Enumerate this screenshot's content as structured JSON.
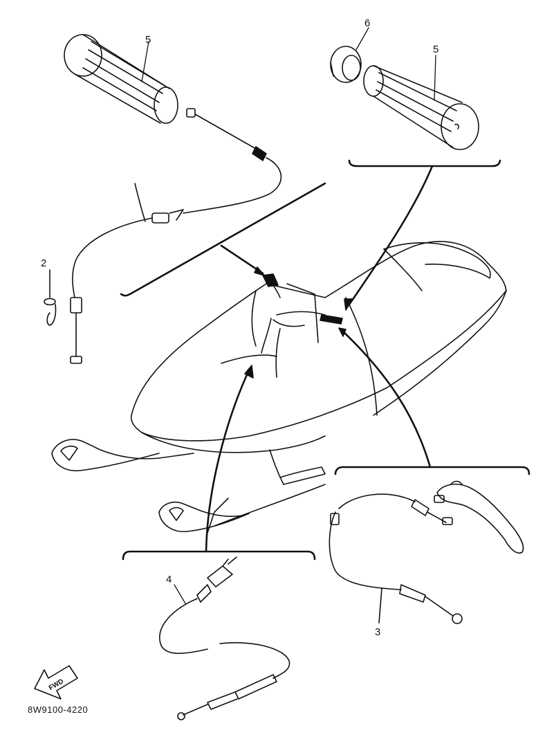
{
  "callouts": [
    {
      "id": "grip-left",
      "label": "5"
    },
    {
      "id": "grip-right",
      "label": "5"
    },
    {
      "id": "ring",
      "label": "6"
    },
    {
      "id": "clip",
      "label": "2"
    },
    {
      "id": "brake-cable",
      "label": "3"
    },
    {
      "id": "throttle-cable",
      "label": "4"
    }
  ],
  "fwd_label": "FWD",
  "reference_code": "8W9100-4220",
  "colors": {
    "ink": "#111111",
    "paper": "#ffffff"
  }
}
